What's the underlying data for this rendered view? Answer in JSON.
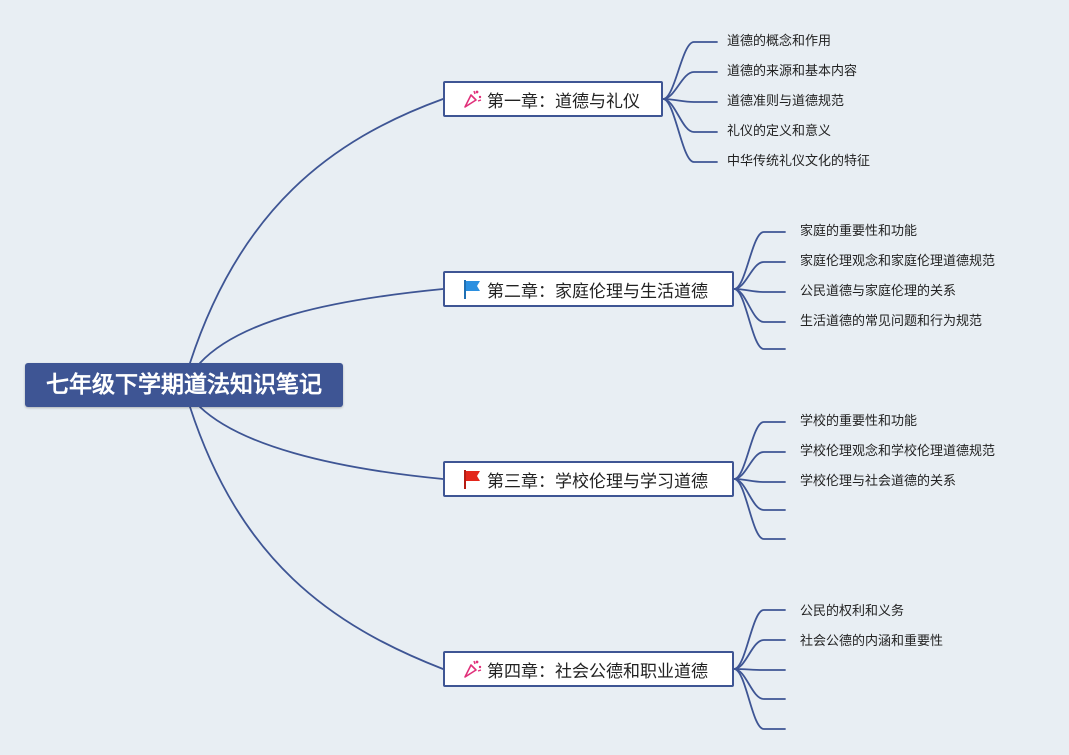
{
  "root": {
    "label": "七年级下学期道法知识笔记"
  },
  "colors": {
    "line": "#3e5594",
    "root_fill": "#3e5594",
    "background": "#e8eef3",
    "flag_blue": "#2b8fe0",
    "flag_red": "#e3261b",
    "party_pink": "#e0307a"
  },
  "branches": [
    {
      "label": "第一章：道德与礼仪",
      "icon": "party-popper-icon",
      "topics": [
        "道德的概念和作用",
        "道德的来源和基本内容",
        "道德准则与道德规范",
        "礼仪的定义和意义",
        "中华传统礼仪文化的特征"
      ]
    },
    {
      "label": "第二章：家庭伦理与生活道德",
      "icon": "blue-flag-icon",
      "topics": [
        "家庭的重要性和功能",
        "家庭伦理观念和家庭伦理道德规范",
        "公民道德与家庭伦理的关系",
        "生活道德的常见问题和行为规范",
        ""
      ]
    },
    {
      "label": "第三章：学校伦理与学习道德",
      "icon": "red-flag-icon",
      "topics": [
        "学校的重要性和功能",
        "学校伦理观念和学校伦理道德规范",
        "学校伦理与社会道德的关系",
        "",
        ""
      ]
    },
    {
      "label": "第四章：社会公德和职业道德",
      "icon": "party-popper-icon",
      "topics": [
        "公民的权利和义务",
        "社会公德的内涵和重要性",
        "",
        "",
        ""
      ]
    }
  ]
}
